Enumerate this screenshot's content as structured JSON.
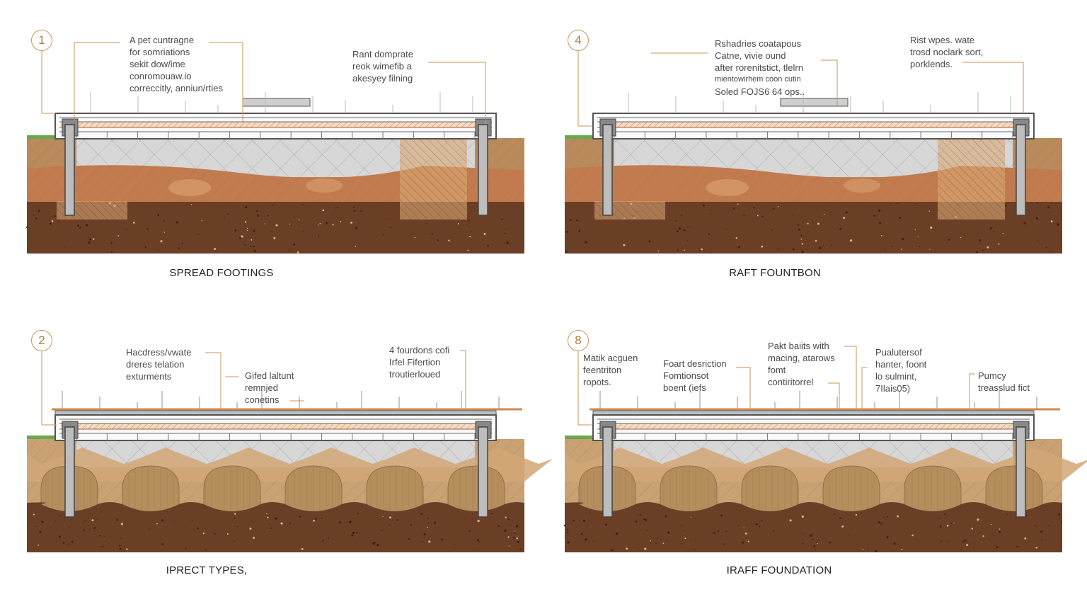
{
  "colors": {
    "leader": "#c9955a",
    "grass": "#6aa84f",
    "tan_soil": "#b98b5c",
    "orange_soil": "#c27b4e",
    "dark_soil": "#6b3f26",
    "infill_grey": "#d7d7d7",
    "concrete": "#bdbdbd"
  },
  "panels": [
    {
      "number": "1",
      "title": "SPREAD FOOTINGS",
      "callouts": [
        {
          "lines": [
            "A pet cuntragne",
            "for somriations",
            "sekit dow/ime",
            "conromouaw.io",
            "correccitly, anniun/rties"
          ]
        },
        {
          "lines": [
            "Rant domprate",
            "reok wimefib a",
            "akesyey filning"
          ]
        }
      ]
    },
    {
      "number": "4",
      "title": "RAFT FOUNTBON",
      "callouts": [
        {
          "lines": [
            "Rshadries coatapous",
            "Catne, vivie ound",
            "after rorenitstict, tlelrn",
            "mientowirhem coon cutin",
            "Soled FOJS6 64 ops.."
          ]
        },
        {
          "lines": [
            "Rist wpes. wate",
            "trosd noclark sort,",
            "porklends."
          ]
        }
      ]
    },
    {
      "number": "2",
      "title": "IPRECT TYPES,",
      "callouts": [
        {
          "lines": [
            "Hacdress/vwate",
            "dreres telation",
            "exturments"
          ]
        },
        {
          "lines": [
            "Gifed laltunt",
            "remnjed",
            "conetins"
          ]
        },
        {
          "lines": [
            "4 fourdons cofi",
            "Irfel Fifertion",
            "troutierloued"
          ]
        }
      ]
    },
    {
      "number": "8",
      "title": "IRAFF FOUNDATION",
      "callouts": [
        {
          "lines": [
            "Matik acguen",
            "feentriton",
            "ropots."
          ]
        },
        {
          "lines": [
            "Foart desriction",
            "Fomtionsot",
            "boent (iefs"
          ]
        },
        {
          "lines": [
            "Pakt baiits with",
            "macing, atarows",
            "fomt",
            "contiritorrel"
          ]
        },
        {
          "lines": [
            "Pualutersof",
            "hanter, foont",
            "lo sulmint,",
            "7Ilais05)"
          ]
        },
        {
          "lines": [
            "Pumcy",
            "treasslud fict"
          ]
        }
      ]
    }
  ]
}
